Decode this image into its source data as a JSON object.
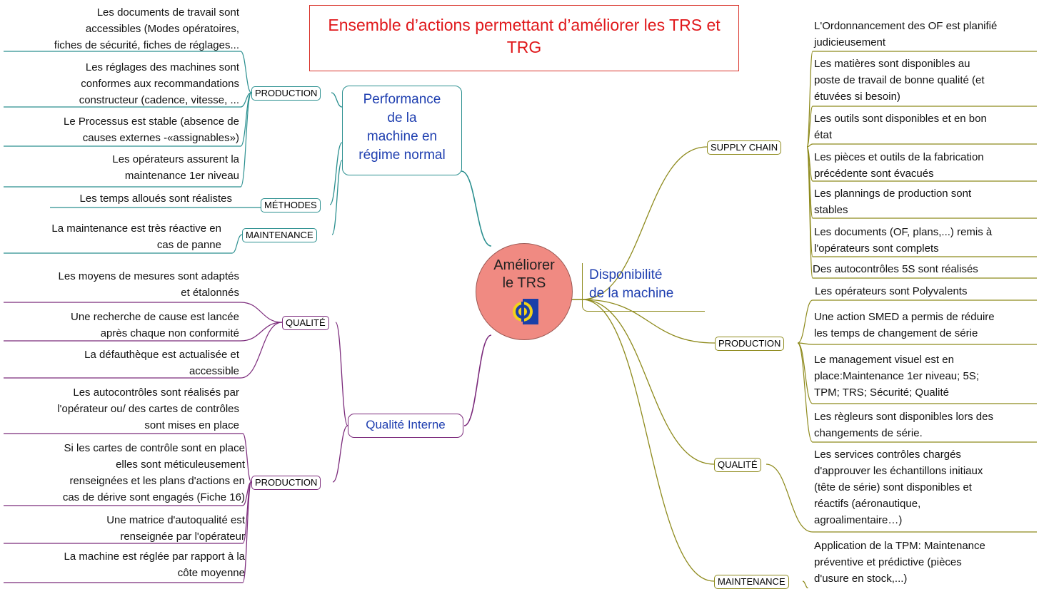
{
  "title": "Ensemble d’actions permettant d’améliorer les TRS et TRG",
  "center": {
    "line1": "Améliorer",
    "line2": "le TRS",
    "logo_icon": "bullseye-logo-icon"
  },
  "colors": {
    "title": "#e0181b",
    "teal": "#2a8f8f",
    "olive": "#8e8a1c",
    "purple": "#7b2a7b",
    "branch_text": "#1f3fb0",
    "center_fill": "#f08a82"
  },
  "performance": {
    "label": [
      "Performance",
      "de la",
      "machine en",
      "régime normal"
    ],
    "production": {
      "label": "PRODUCTION",
      "items": [
        [
          "Les documents de travail sont",
          "accessibles (Modes opératoires,",
          "fiches de sécurité, fiches de réglages..."
        ],
        [
          "Les réglages des machines sont",
          "conformes aux recommandations",
          "constructeur (cadence, vitesse, ..."
        ],
        [
          "Le Processus est stable (absence de",
          "causes externes -«assignables»)"
        ],
        [
          "Les opérateurs assurent la",
          "maintenance 1er niveau"
        ]
      ]
    },
    "methodes": {
      "label": "MÉTHODES",
      "items": [
        [
          "Les temps alloués sont réalistes"
        ]
      ]
    },
    "maintenance": {
      "label": "MAINTENANCE",
      "items": [
        [
          "La maintenance est très réactive en",
          "cas de panne"
        ]
      ]
    }
  },
  "qualite_interne": {
    "label": "Qualité Interne",
    "qualite": {
      "label": "QUALITÉ",
      "items": [
        [
          "Les moyens de mesures sont adaptés",
          "et étalonnés"
        ],
        [
          "Une recherche de cause est lancée",
          "après chaque non conformité"
        ],
        [
          "La défauthèque est actualisée et",
          "accessible"
        ]
      ]
    },
    "production": {
      "label": "PRODUCTION",
      "items": [
        [
          "Les autocontrôles sont réalisés par",
          "l'opérateur ou/ des cartes de contrôles",
          "sont mises en place"
        ],
        [
          "Si les cartes de contrôle sont en place",
          "elles sont méticuleusement",
          "renseignées et les plans d'actions en",
          "cas de dérive sont engagés (Fiche 16)"
        ],
        [
          "Une matrice d'autoqualité est",
          "renseignée par l'opérateur"
        ],
        [
          "La machine est réglée par rapport à la",
          "côte moyenne"
        ]
      ]
    }
  },
  "disponibilite": {
    "label": [
      "Disponibilité",
      "de la machine"
    ],
    "supply_chain": {
      "label": "SUPPLY CHAIN",
      "items": [
        [
          "L'Ordonnancement des OF est planifié",
          "judicieusement"
        ],
        [
          "Les matières sont disponibles au",
          "poste de travail de bonne qualité (et",
          "étuvées si besoin)"
        ],
        [
          "Les outils sont disponibles et en bon",
          "état"
        ],
        [
          "Les pièces et outils de la fabrication",
          "précédente sont évacués"
        ],
        [
          "Les plannings de production sont",
          "stables"
        ],
        [
          "Les documents (OF, plans,...) remis à",
          "l'opérateurs sont complets"
        ],
        [
          "Des autocontrôles 5S sont réalisés"
        ]
      ]
    },
    "production": {
      "label": "PRODUCTION",
      "items": [
        [
          "Les opérateurs sont Polyvalents"
        ],
        [
          "Une action SMED a permis de réduire",
          "les temps de changement de série"
        ],
        [
          "Le management visuel est en",
          "place:Maintenance 1er niveau; 5S;",
          "TPM; TRS; Sécurité; Qualité"
        ],
        [
          "Les règleurs sont disponibles lors des",
          "changements de série."
        ]
      ]
    },
    "qualite": {
      "label": "QUALITÉ",
      "items": [
        [
          "Les services contrôles chargés",
          "d'approuver les échantillons initiaux",
          "(tête de série) sont disponibles et",
          "réactifs (aéronautique,",
          "agroalimentaire…)"
        ]
      ]
    },
    "maintenance": {
      "label": "MAINTENANCE",
      "items": [
        [
          "Application de la TPM: Maintenance",
          "préventive et prédictive (pièces",
          "d'usure en stock,...)"
        ]
      ]
    }
  }
}
